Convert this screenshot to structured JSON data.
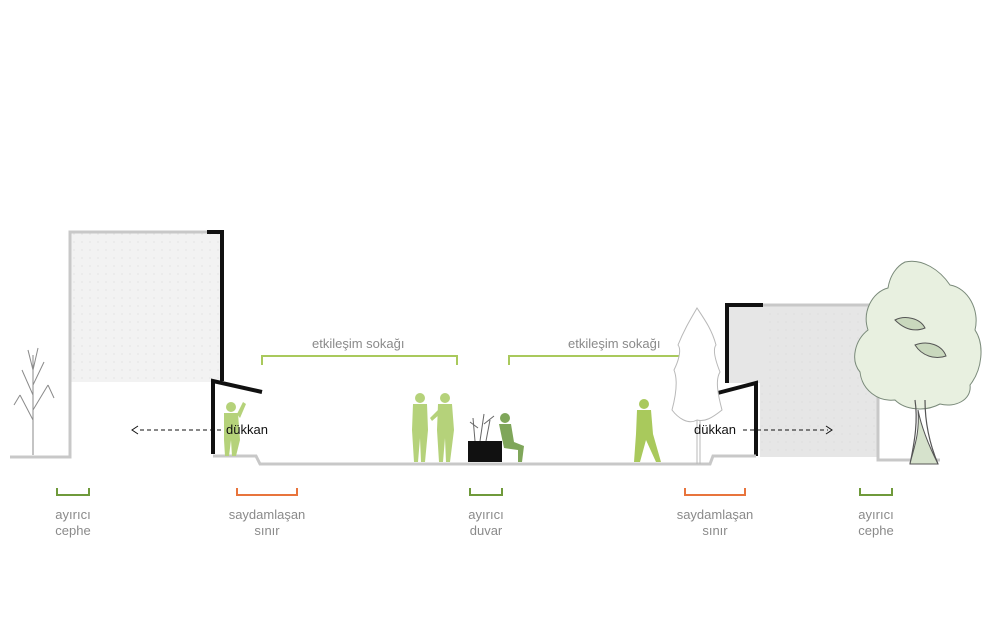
{
  "colors": {
    "ground": "#c8c8c8",
    "facade": "#111111",
    "green_light": "#a9c95c",
    "green_dark": "#6f9a3b",
    "person_light": "#b5d27a",
    "person_dark": "#7fa65a",
    "orange": "#e8743c",
    "label": "#8a8a8a",
    "building_fill": "#e9e9e9",
    "building_upper": "#f1f1f1"
  },
  "zones": [
    {
      "label": "etkileşim sokağı"
    },
    {
      "label": "etkileşim sokağı"
    }
  ],
  "shops": [
    {
      "label": "dükkan"
    },
    {
      "label": "dükkan"
    }
  ],
  "legend": [
    {
      "line1": "ayırıcı",
      "line2": "cephe",
      "color": "green_dark"
    },
    {
      "line1": "saydamlaşan",
      "line2": "sınır",
      "color": "orange"
    },
    {
      "line1": "ayırıcı",
      "line2": "duvar",
      "color": "green_dark"
    },
    {
      "line1": "saydamlaşan",
      "line2": "sınır",
      "color": "orange"
    },
    {
      "line1": "ayırıcı",
      "line2": "cephe",
      "color": "green_dark"
    }
  ],
  "icons": {
    "tree_bare": "bare-tree-icon",
    "tree_leafy": "leafy-tree-icon",
    "tree_conifer": "conifer-tree-icon",
    "person": "person-icon",
    "planter": "planter-bench-icon"
  }
}
